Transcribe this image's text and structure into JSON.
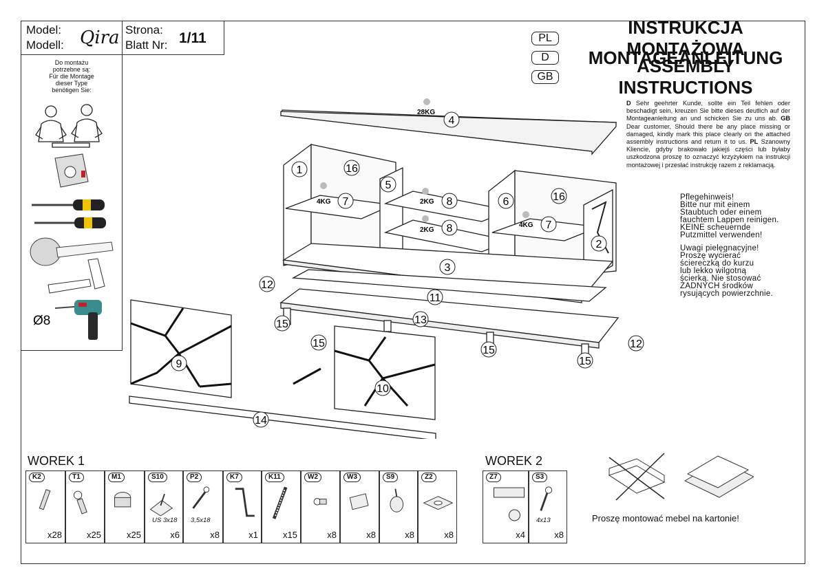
{
  "header": {
    "model_label": "Model:",
    "model_label_de": "Modell:",
    "model_name": "Qira",
    "page_label": "Strona:",
    "page_label_de": "Blatt Nr:",
    "page_number": "1/11"
  },
  "tools": {
    "lines": [
      "Do montażu",
      "potrzebne są:",
      "Für die Montage",
      "dieser Type",
      "benötigen Sie:"
    ],
    "drill_size": "Ø8"
  },
  "titles": [
    {
      "lang": "PL",
      "text": "INSTRUKCJA MONTAŻOWA"
    },
    {
      "lang": "D",
      "text": "MONTAGEANLEITUNG"
    },
    {
      "lang": "GB",
      "text": "ASSEMBLY INSTRUCTIONS"
    }
  ],
  "notice": {
    "d_code": "D",
    "d_text": "Sehr geehrter Kunde, sollte ein Teil fehlen oder beschadigt sein, kreuzen Sie bitte dieses deutlich auf der Montageanleitung an und schicken Sie zu uns ab.",
    "gb_code": "GB",
    "gb_text": "Dear customer, Should there be any place missing or damaged, kindly mark this place clearly on the attached assembly instructions and return it to us.",
    "pl_code": "PL",
    "pl_text": "Szanowny Kliencie, gdyby brakowało jakiejś części lub byłaby uszkodzona proszę to oznaczyć krzyżykiem na instrukcji montażowej i przesłać instrukcję razem z reklamacją."
  },
  "care_de": [
    "Pflegehinweis!",
    "Bitte nur mit einem",
    "Staubtuch oder einem",
    "fauchtem Lappen reinigen.",
    "KEINE scheuernde",
    "Putzmittel verwenden!"
  ],
  "care_pl": [
    "Uwagi pielęgnacyjne!",
    "Proszę wycierać",
    "ściereczką do kurzu",
    "lub lekko wilgotną",
    "ścierką. Nie stosować",
    "ŻADNYCH środków",
    "rysujących powierzchnie."
  ],
  "weights": {
    "top": "28KG",
    "shelf_left": "4KG",
    "shelf_mid_upper": "2KG",
    "shelf_mid_lower": "2KG",
    "shelf_right": "4KG"
  },
  "parts": {
    "p1": "1",
    "p2": "2",
    "p3": "3",
    "p4": "4",
    "p5": "5",
    "p6": "6",
    "p7a": "7",
    "p7b": "7",
    "p8a": "8",
    "p8b": "8",
    "p9": "9",
    "p10": "10",
    "p11": "11",
    "p12a": "12",
    "p12b": "12",
    "p13": "13",
    "p14": "14",
    "p15a": "15",
    "p15b": "15",
    "p15c": "15",
    "p15d": "15",
    "p16a": "16",
    "p16b": "16"
  },
  "worek1": {
    "title": "WOREK 1",
    "items": [
      {
        "code": "K2",
        "qty": "x28",
        "spec": ""
      },
      {
        "code": "T1",
        "qty": "x25",
        "spec": ""
      },
      {
        "code": "M1",
        "qty": "x25",
        "spec": ""
      },
      {
        "code": "S10",
        "qty": "x6",
        "spec": "US 3x18"
      },
      {
        "code": "P2",
        "qty": "x8",
        "spec": "3,5x18"
      },
      {
        "code": "K7",
        "qty": "x1",
        "spec": ""
      },
      {
        "code": "K11",
        "qty": "x15",
        "spec": ""
      },
      {
        "code": "W2",
        "qty": "x8",
        "spec": ""
      },
      {
        "code": "W3",
        "qty": "x8",
        "spec": ""
      },
      {
        "code": "S9",
        "qty": "x8",
        "spec": ""
      },
      {
        "code": "Z2",
        "qty": "x8",
        "spec": ""
      }
    ]
  },
  "worek2": {
    "title": "WOREK 2",
    "items": [
      {
        "code": "Z7",
        "qty": "x4",
        "spec": ""
      },
      {
        "code": "S3",
        "qty": "x8",
        "spec": "4x13"
      }
    ]
  },
  "carton_note": "Proszę montować mebel na kartonie!"
}
